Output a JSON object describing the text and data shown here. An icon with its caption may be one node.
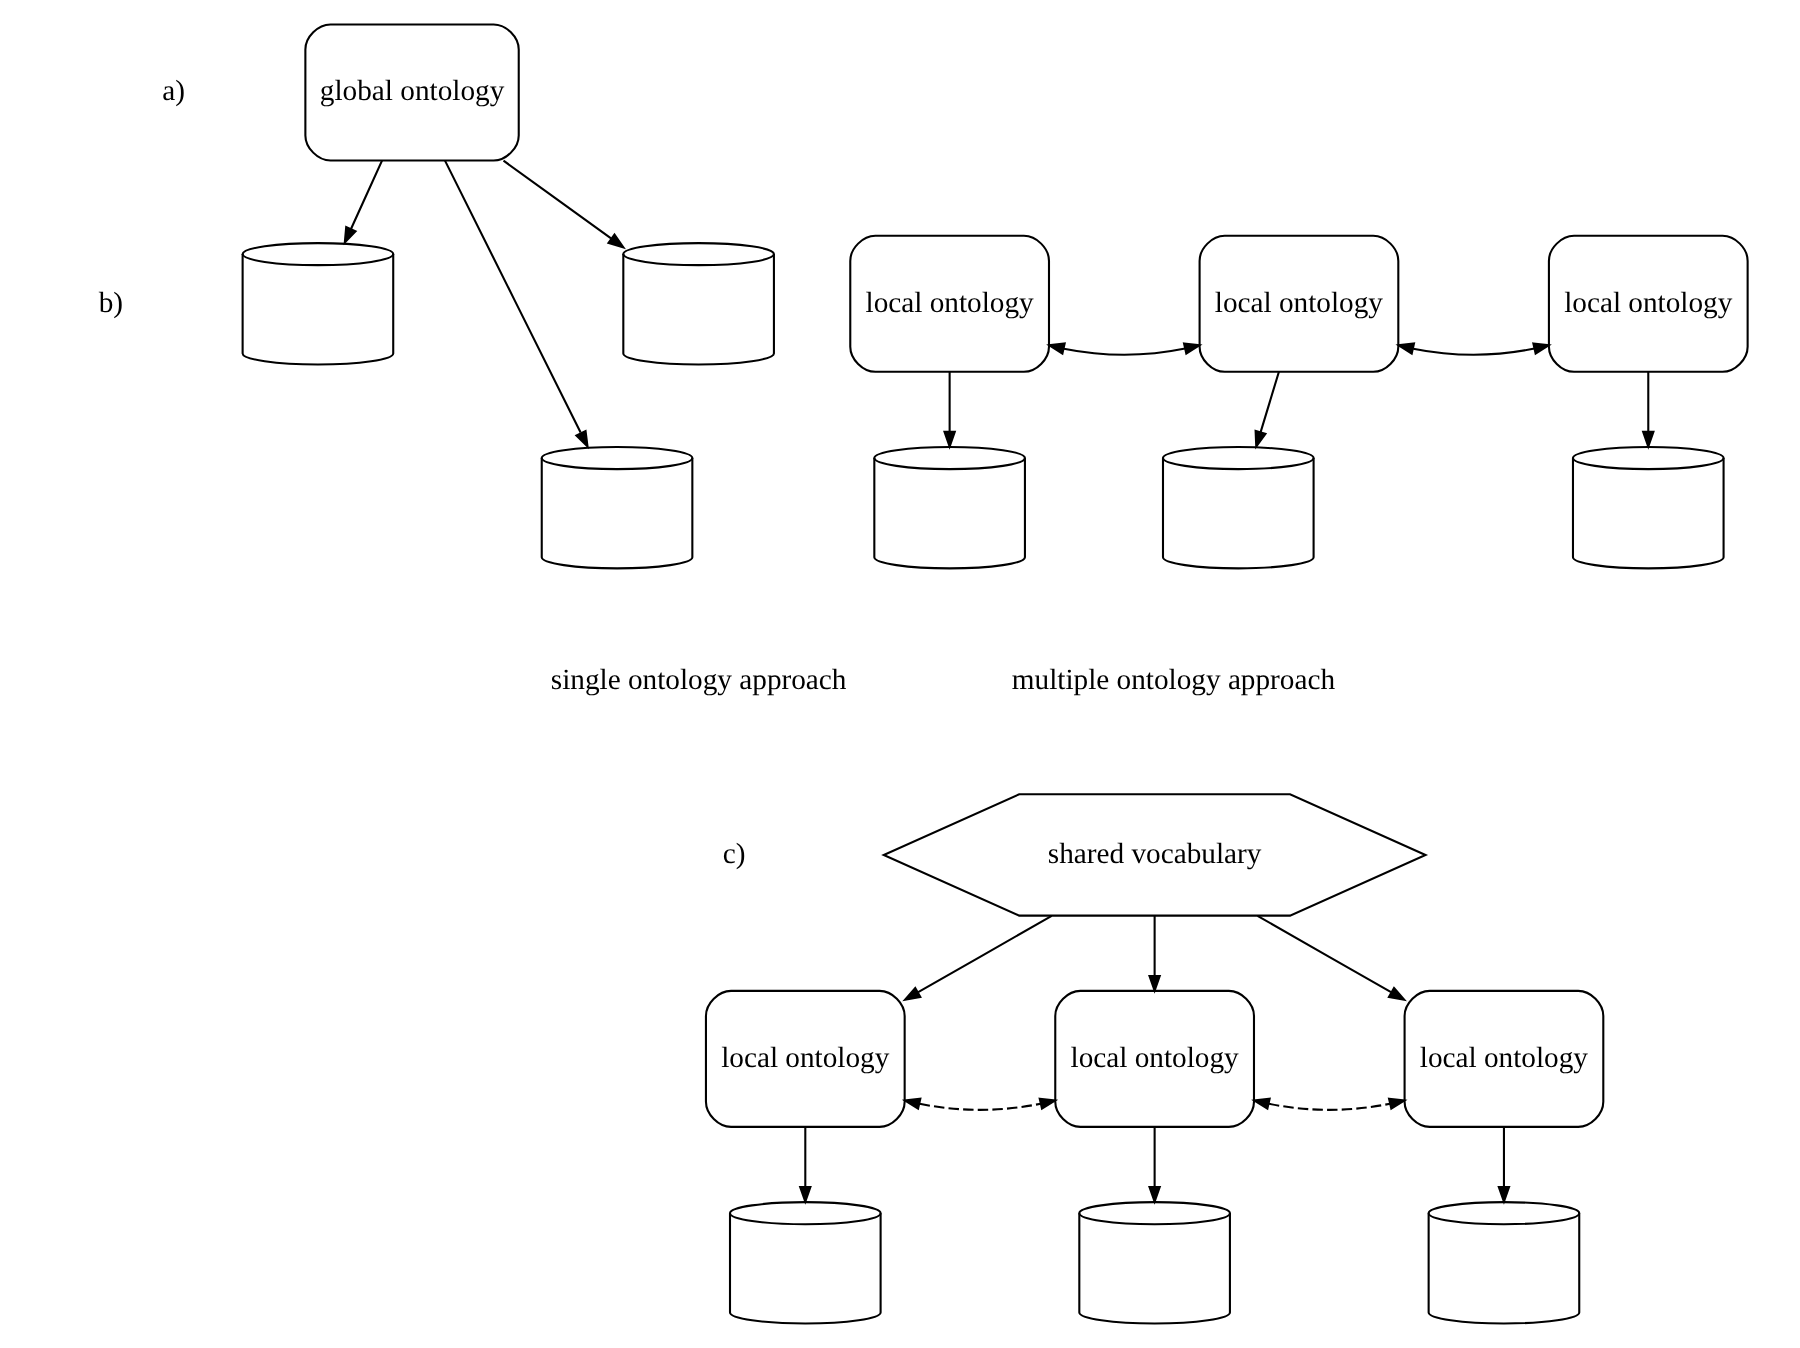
{
  "diagram": {
    "nodes": [
      {
        "text": [
          "global ontology"
        ]
      },
      {
        "text": [],
        "shape": "cylinder"
      },
      {
        "text": [],
        "shape": "cylinder"
      },
      {
        "text": [],
        "shape": "cylinder"
      },
      {
        "text": [
          "local ontology"
        ]
      },
      {
        "text": [
          "local ontology"
        ]
      },
      {
        "text": [
          "local ontology"
        ]
      },
      {
        "text": [],
        "shape": "cylinder"
      },
      {
        "text": [],
        "shape": "cylinder"
      },
      {
        "text": [],
        "shape": "cylinder"
      },
      {
        "text": [
          "shared vocabulary"
        ]
      },
      {
        "text": [
          "local ontology"
        ]
      },
      {
        "text": [
          "local ontology"
        ]
      },
      {
        "text": [
          "local ontology"
        ]
      },
      {
        "text": [],
        "shape": "cylinder"
      },
      {
        "text": [],
        "shape": "cylinder"
      },
      {
        "text": [],
        "shape": "cylinder"
      }
    ],
    "edges": [
      {
        "from": 0,
        "to": 1,
        "arrow": "to"
      },
      {
        "from": 0,
        "to": 2,
        "arrow": "to"
      },
      {
        "from": 0,
        "to": 3,
        "arrow": "to"
      },
      {
        "from": 4,
        "to": 5,
        "arrow": "both"
      },
      {
        "from": 5,
        "to": 6,
        "arrow": "both"
      },
      {
        "from": 4,
        "to": 7,
        "arrow": "to"
      },
      {
        "from": 5,
        "to": 8,
        "arrow": "to"
      },
      {
        "from": 6,
        "to": 9,
        "arrow": "to"
      },
      {
        "from": 10,
        "to": 11,
        "arrow": "to"
      },
      {
        "from": 10,
        "to": 12,
        "arrow": "to"
      },
      {
        "from": 10,
        "to": 13,
        "arrow": "to"
      },
      {
        "from": 11,
        "to": 12,
        "arrow": "both",
        "style": "dashed"
      },
      {
        "from": 12,
        "to": 13,
        "arrow": "both",
        "style": "dashed"
      },
      {
        "from": 11,
        "to": 14,
        "arrow": "to"
      },
      {
        "from": 12,
        "to": 15,
        "arrow": "to"
      },
      {
        "from": 13,
        "to": 16,
        "arrow": "to"
      }
    ],
    "labels": [
      "a)",
      "b)",
      "single ontology approach",
      "multiple ontology approach",
      "c)"
    ]
  }
}
